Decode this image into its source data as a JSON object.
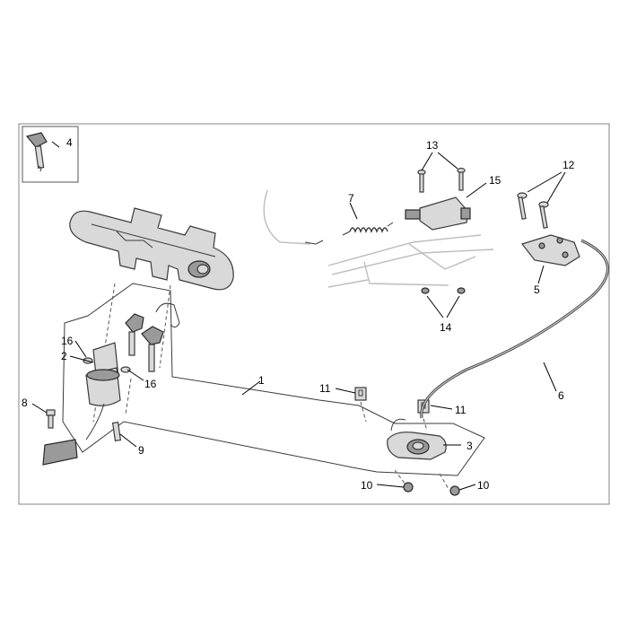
{
  "callouts": {
    "c1": "1",
    "c2": "2",
    "c3": "3",
    "c4": "4",
    "c5": "5",
    "c6": "6",
    "c7": "7",
    "c8": "8",
    "c9": "9",
    "c10a": "10",
    "c10b": "10",
    "c11a": "11",
    "c11b": "11",
    "c12": "12",
    "c13": "13",
    "c14": "14",
    "c15": "15",
    "c16a": "16",
    "c16b": "16"
  },
  "icons": {
    "key": "key-icon",
    "ignition": "ignition-switch-icon",
    "cable": "cable-icon"
  },
  "colors": {
    "line": "#3a3a3a",
    "part_fill": "#d9d9d9",
    "frame": "#9a9a9a"
  }
}
